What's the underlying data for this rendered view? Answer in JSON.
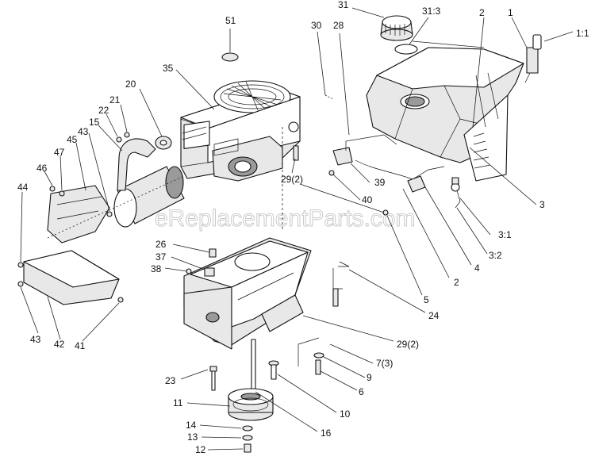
{
  "watermark": "eReplacementParts.com",
  "labels": [
    {
      "id": "51",
      "text": "51"
    },
    {
      "id": "35",
      "text": "35"
    },
    {
      "id": "31",
      "text": "31"
    },
    {
      "id": "31_3",
      "text": "31:3"
    },
    {
      "id": "30",
      "text": "30"
    },
    {
      "id": "28",
      "text": "28"
    },
    {
      "id": "2a",
      "text": "2"
    },
    {
      "id": "1",
      "text": "1"
    },
    {
      "id": "1_1",
      "text": "1:1"
    },
    {
      "id": "20",
      "text": "20"
    },
    {
      "id": "21",
      "text": "21"
    },
    {
      "id": "22",
      "text": "22"
    },
    {
      "id": "15",
      "text": "15"
    },
    {
      "id": "43a",
      "text": "43"
    },
    {
      "id": "47",
      "text": "47"
    },
    {
      "id": "45",
      "text": "45"
    },
    {
      "id": "46",
      "text": "46"
    },
    {
      "id": "44",
      "text": "44"
    },
    {
      "id": "29_2a",
      "text": "29(2)"
    },
    {
      "id": "39",
      "text": "39"
    },
    {
      "id": "40",
      "text": "40"
    },
    {
      "id": "3",
      "text": "3"
    },
    {
      "id": "3_1",
      "text": "3:1"
    },
    {
      "id": "3_2",
      "text": "3:2"
    },
    {
      "id": "4",
      "text": "4"
    },
    {
      "id": "2b",
      "text": "2"
    },
    {
      "id": "5",
      "text": "5"
    },
    {
      "id": "26",
      "text": "26"
    },
    {
      "id": "37",
      "text": "37"
    },
    {
      "id": "38",
      "text": "38"
    },
    {
      "id": "24",
      "text": "24"
    },
    {
      "id": "29_2b",
      "text": "29(2)"
    },
    {
      "id": "7_3",
      "text": "7(3)"
    },
    {
      "id": "9",
      "text": "9"
    },
    {
      "id": "6",
      "text": "6"
    },
    {
      "id": "43b",
      "text": "43"
    },
    {
      "id": "42",
      "text": "42"
    },
    {
      "id": "41",
      "text": "41"
    },
    {
      "id": "23",
      "text": "23"
    },
    {
      "id": "11",
      "text": "11"
    },
    {
      "id": "10",
      "text": "10"
    },
    {
      "id": "16",
      "text": "16"
    },
    {
      "id": "14",
      "text": "14"
    },
    {
      "id": "13",
      "text": "13"
    },
    {
      "id": "12",
      "text": "12"
    }
  ]
}
